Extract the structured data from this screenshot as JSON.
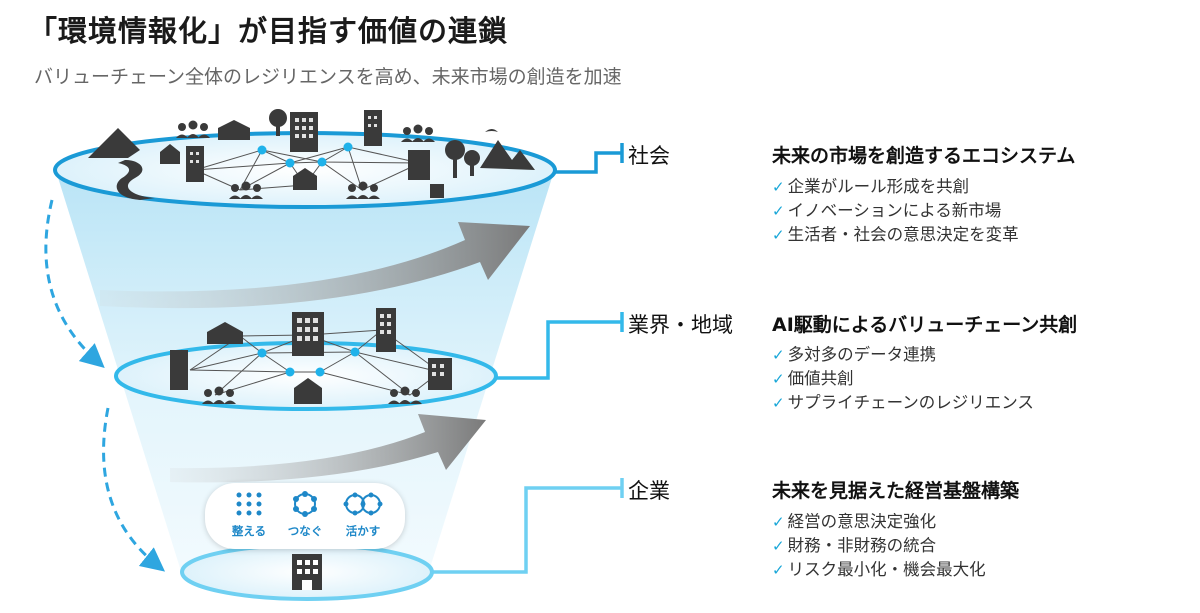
{
  "header": {
    "title": "「環境情報化」が目指す価値の連鎖",
    "subtitle": "バリューチェーン全体のレジリエンスを高め、未来市場の創造を加速"
  },
  "levels": [
    {
      "label": "社会",
      "heading": "未来の市場を創造するエコシステム",
      "bullets": [
        "企業がルール形成を共創",
        "イノベーションによる新市場",
        "生活者・社会の意思決定を変革"
      ]
    },
    {
      "label": "業界・地域",
      "heading": "AI駆動によるバリューチェーン共創",
      "bullets": [
        "多対多のデータ連携",
        "価値共創",
        "サプライチェーンのレジリエンス"
      ]
    },
    {
      "label": "企業",
      "heading": "未来を見据えた経営基盤構築",
      "bullets": [
        "経営の意思決定強化",
        "財務・非財務の統合",
        "リスク最小化・機会最大化"
      ]
    }
  ],
  "enterprise_steps": [
    "整える",
    "つなぐ",
    "活かす"
  ],
  "check_mark": "✓",
  "colors": {
    "accent": "#1aa7d8",
    "connector_top": "#1a9ad6",
    "connector_mid": "#33b9ea",
    "connector_bottom": "#6fd0f2",
    "icon_dark": "#3a3a3a",
    "node": "#1fb2ea"
  }
}
